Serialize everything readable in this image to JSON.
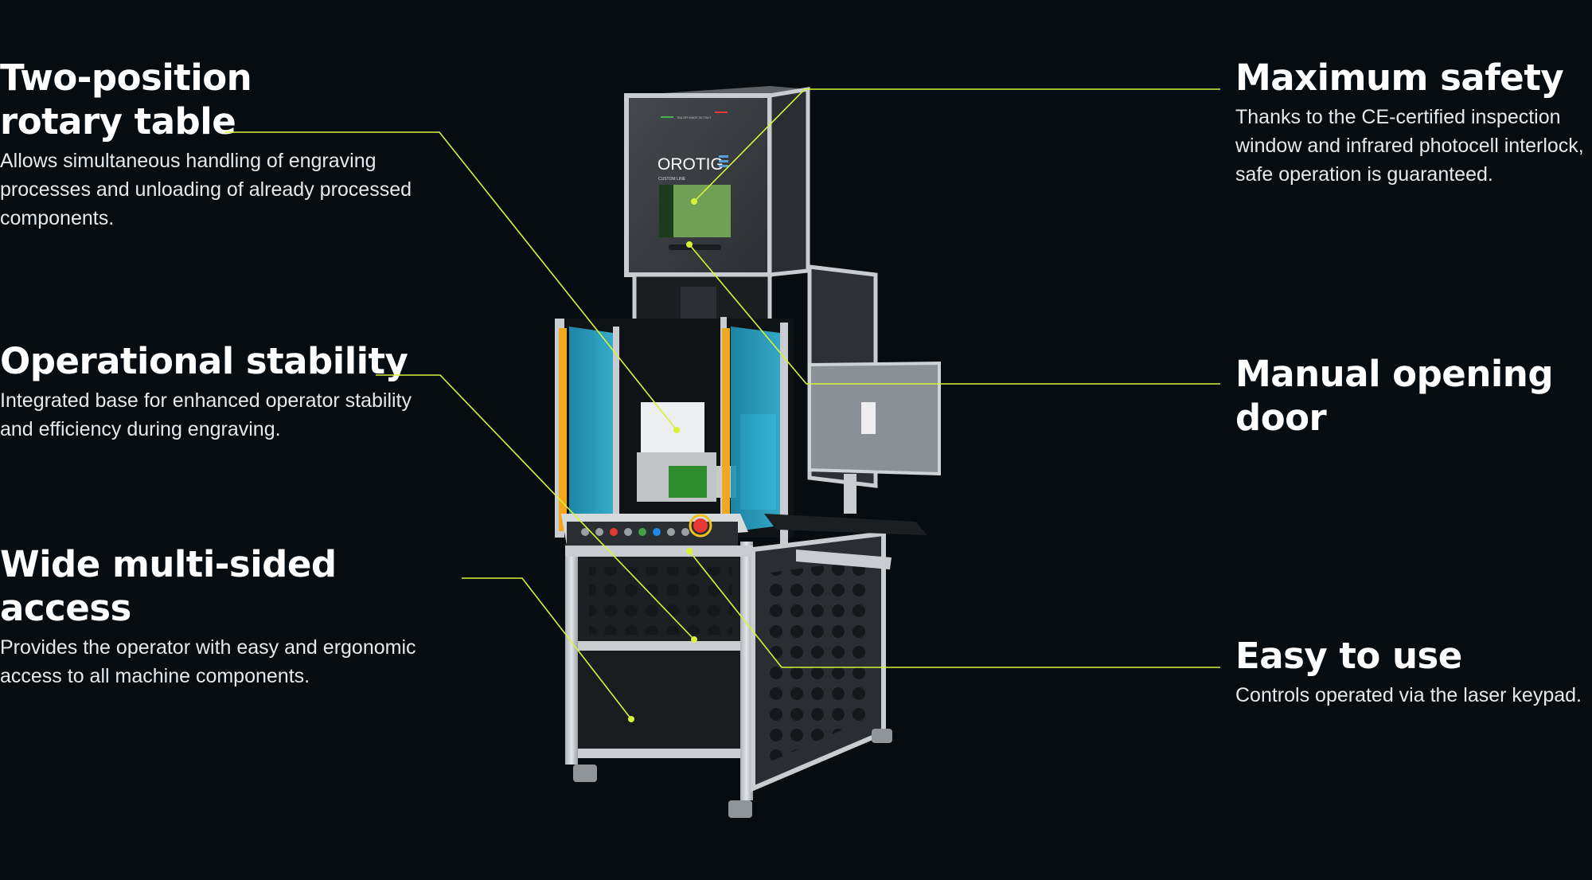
{
  "features": {
    "rotary": {
      "title_line1": "Two-position",
      "title_line2": "rotary table",
      "description": "Allows simultaneous handling of engraving processes and unloading of already processed components."
    },
    "stability": {
      "title": "Operational stability",
      "description": "Integrated base for enhanced operator stability and efficiency during engraving."
    },
    "access": {
      "title": "Wide multi-sided access",
      "description": "Provides the operator with easy and ergonomic access to all machine components."
    },
    "safety": {
      "title": "Maximum safety",
      "description": "Thanks to the CE-certified inspection window and infrared photocell interlock, safe operation is guaranteed."
    },
    "door": {
      "title_line1": "Manual opening",
      "title_line2": "door"
    },
    "easy": {
      "title": "Easy to use",
      "description": "Controls operated via the laser keypad."
    }
  },
  "machine": {
    "brand": "OROTIG",
    "subline": "CUSTOM LINE",
    "plate": "TAILOR MADE IN ITALY"
  },
  "colors": {
    "background": "#060c10",
    "callout_line": "#d8f23a",
    "panel_dark": "#3a3d41",
    "frame_aluminium": "#c9cdd1",
    "guard_blue": "#2aa6c9",
    "light_curtain": "#f2a81d",
    "window_green": "#6fa055"
  }
}
